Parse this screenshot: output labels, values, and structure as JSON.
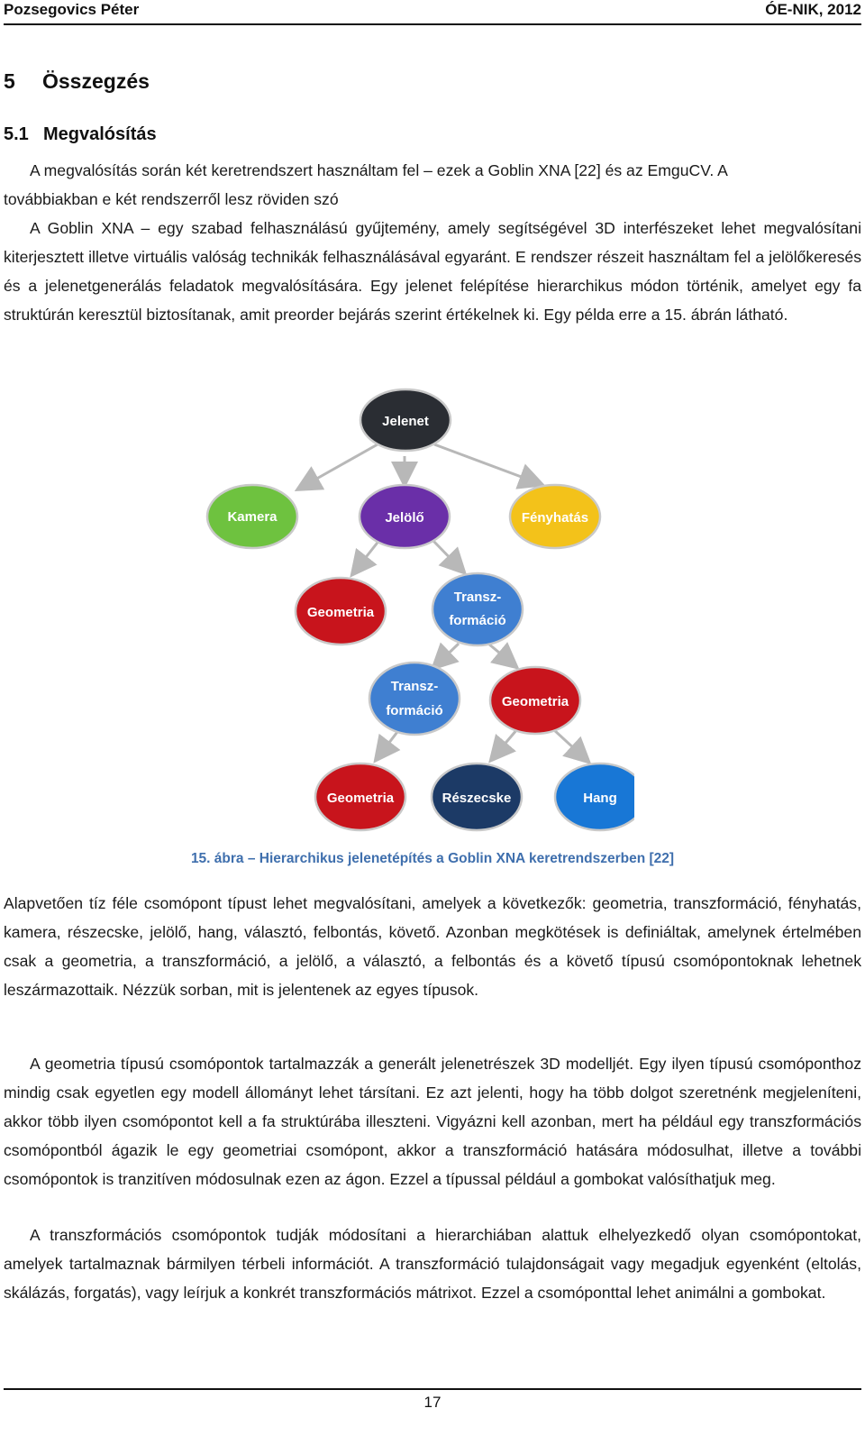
{
  "header": {
    "author": "Pozsegovics Péter",
    "institution": "ÓE-NIK, 2012"
  },
  "chapter": {
    "number": "5",
    "title": "Összegzés"
  },
  "section": {
    "number": "5.1",
    "title": "Megvalósítás"
  },
  "paragraph1": [
    "A megvalósítás során két keretrendszert használtam fel – ezek a Goblin XNA [22] és az EmguCV. A",
    "továbbiakban e két rendszerről lesz röviden szó"
  ],
  "paragraph2": "A Goblin XNA – egy szabad felhasználású gyűjtemény, amely segítségével 3D interfészeket lehet megvalósítani kiterjesztett illetve virtuális valóság technikák felhasználásával egyaránt. E rendszer részeit használtam fel a jelölőkeresés és a jelenetgenerálás feladatok megvalósítására. Egy jelenet felépítése hierarchikus módon történik, amelyet egy fa struktúrán keresztül biztosítanak, amit preorder bejárás szerint értékelnek ki. Egy példa erre a 15. ábrán látható.",
  "diagram": {
    "nodes": {
      "root": {
        "label": "Jelenet",
        "color": "#2a2d33"
      },
      "camera": {
        "label": "Kamera",
        "color": "#6ec23f"
      },
      "marker": {
        "label": "Jelölő",
        "color": "#6a2fa8"
      },
      "light": {
        "label": "Fényhatás",
        "color": "#f3c21a"
      },
      "geom1": {
        "label": "Geometria",
        "color": "#c8141c"
      },
      "trans1": {
        "label1": "Transz-",
        "label2": "formáció",
        "color": "#3f7fd1"
      },
      "trans2": {
        "label1": "Transz-",
        "label2": "formáció",
        "color": "#3f7fd1"
      },
      "geom2": {
        "label": "Geometria",
        "color": "#c8141c"
      },
      "geom3": {
        "label": "Geometria",
        "color": "#c8141c"
      },
      "particle": {
        "label": "Részecske",
        "color": "#1c3a66"
      },
      "sound": {
        "label": "Hang",
        "color": "#1877d6"
      }
    }
  },
  "caption": "15. ábra – Hierarchikus jelenetépítés a Goblin XNA keretrendszerben [22]",
  "paragraph3": "Alapvetően tíz féle csomópont típust lehet megvalósítani, amelyek a következők: geometria, transzformáció, fényhatás, kamera, részecske, jelölő, hang, választó, felbontás, követő. Azonban megkötések is definiáltak, amelynek értelmében csak a geometria, a transzformáció, a jelölő, a választó, a felbontás és a követő típusú csomópontoknak lehetnek leszármazottaik. Nézzük sorban, mit is jelentenek az egyes típusok.",
  "paragraph4": "A geometria típusú csomópontok tartalmazzák a generált jelenetrészek 3D modelljét. Egy ilyen típusú csomóponthoz mindig csak egyetlen egy modell állományt lehet társítani. Ez azt jelenti, hogy ha több dolgot szeretnénk megjeleníteni, akkor több ilyen csomópontot kell a fa struktúrába illeszteni. Vigyázni kell azonban, mert ha például egy transzformációs csomópontból ágazik le egy geometriai csomópont, akkor a transzformáció hatására módosulhat, illetve a további csomópontok is tranzitíven módosulnak ezen az ágon. Ezzel a típussal például a gombokat valósíthatjuk meg.",
  "paragraph5": "A transzformációs csomópontok tudják módosítani a hierarchiában alattuk elhelyezkedő olyan csomópontokat, amelyek tartalmaznak bármilyen térbeli információt. A transzformáció tulajdonságait vagy megadjuk egyenként (eltolás, skálázás, forgatás), vagy leírjuk a konkrét transzformációs mátrixot. Ezzel a csomóponttal lehet animálni a gombokat.",
  "footer": {
    "page_number": "17"
  }
}
